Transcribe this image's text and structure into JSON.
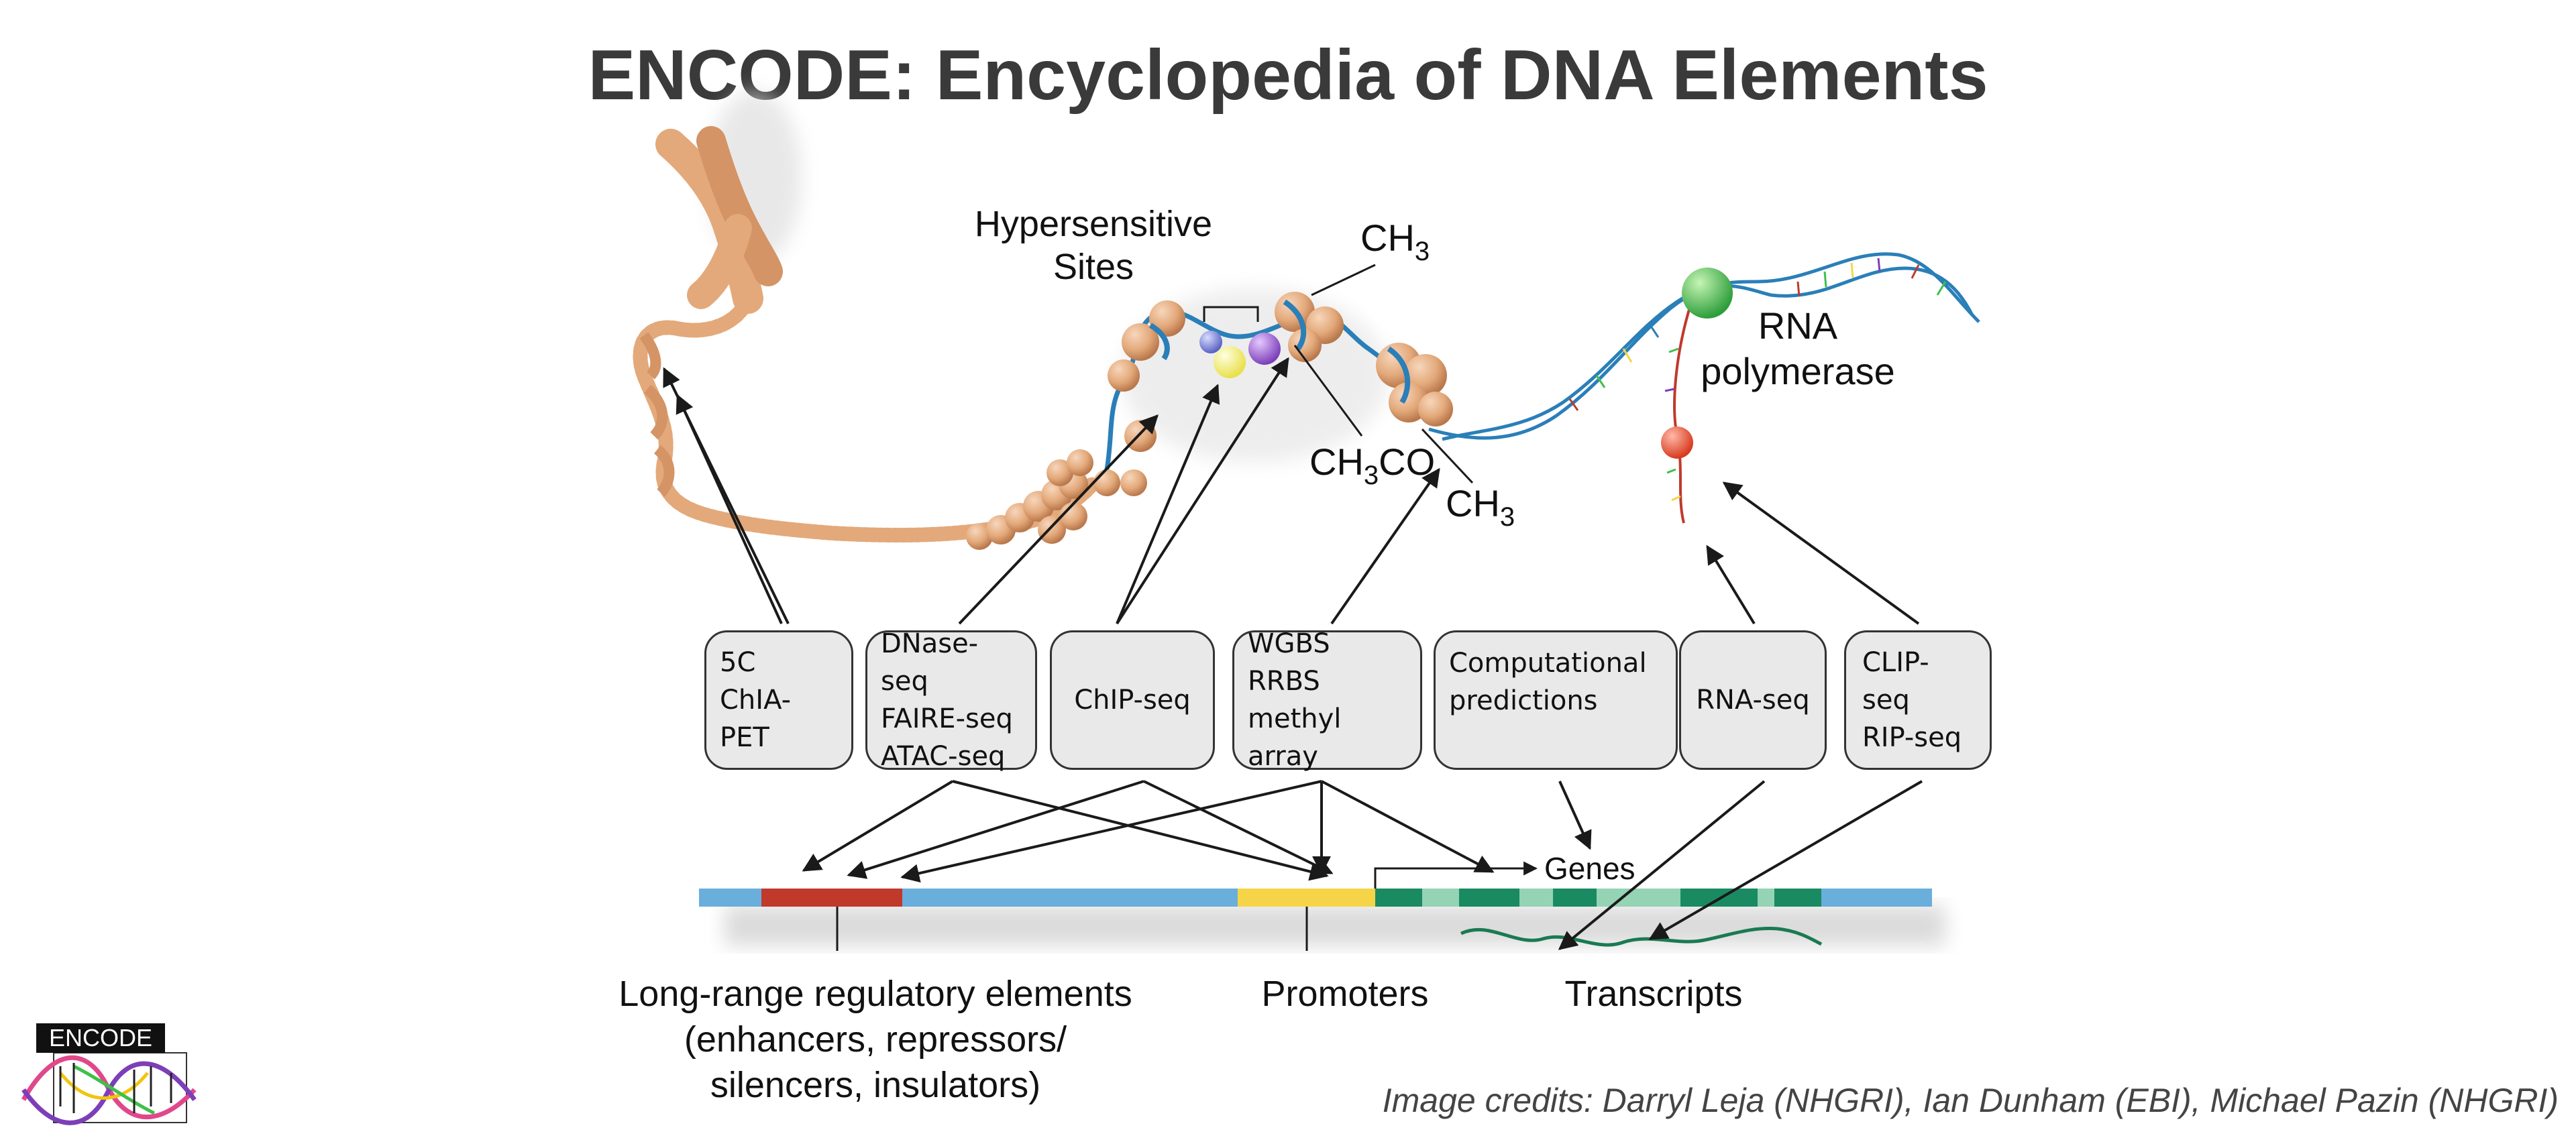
{
  "title": "ENCODE: Encyclopedia of DNA Elements",
  "chromatin_labels": {
    "hypersensitive_sites": [
      "Hypersensitive",
      "Sites"
    ],
    "rna_polymerase": [
      "RNA",
      "polymerase"
    ],
    "methyl_top": {
      "base": "CH",
      "sub": "3",
      "suffix": ""
    },
    "acetyl": {
      "base": "CH",
      "sub": "3",
      "suffix": "CO"
    },
    "methyl_bottom": {
      "base": "CH",
      "sub": "3",
      "suffix": ""
    }
  },
  "assays": [
    {
      "id": "5c",
      "lines": [
        "5C",
        "ChIA-PET"
      ]
    },
    {
      "id": "dnase",
      "lines": [
        "DNase-seq",
        "FAIRE-seq",
        "ATAC-seq"
      ]
    },
    {
      "id": "chip",
      "lines": [
        "ChIP-seq"
      ]
    },
    {
      "id": "wgbs",
      "lines": [
        "WGBS",
        "RRBS",
        "methyl array"
      ]
    },
    {
      "id": "computational",
      "lines": [
        "Computational",
        "predictions"
      ]
    },
    {
      "id": "rnaseq",
      "lines": [
        "RNA-seq"
      ]
    },
    {
      "id": "clip",
      "lines": [
        "CLIP-seq",
        "RIP-seq"
      ]
    }
  ],
  "genome_labels": {
    "genes": "Genes",
    "regulatory": [
      "Long-range regulatory elements",
      "(enhancers, repressors/",
      "silencers, insulators)"
    ],
    "promoters": "Promoters",
    "transcripts": "Transcripts"
  },
  "colors": {
    "genome_blue": "#6aaedc",
    "regulatory_red": "#c0392b",
    "promoter_yellow": "#f5d547",
    "exon_dark_green": "#1a8a63",
    "exon_light_green": "#94d3b4",
    "chromatin_tan": "#e3a97a",
    "dna_blue": "#2a7fb8",
    "polymerase_green": "#3fbf4a"
  },
  "logo_text": "ENCODE",
  "credits": "Image credits: Darryl Leja (NHGRI), Ian Dunham (EBI), Michael Pazin (NHGRI)"
}
